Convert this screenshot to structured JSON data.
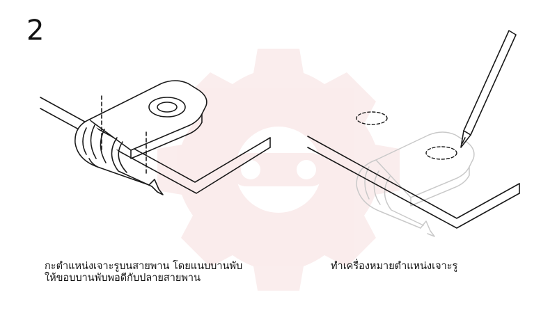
{
  "step": {
    "number": "2"
  },
  "captions": {
    "left": {
      "line1": "กะตำแหน่งเจาะรูบนสายพาน โดยแนบบานพับ",
      "line2": "ให้ขอบบานพับพอดีกับปลายสายพาน"
    },
    "right": {
      "line1": "ทำเครื่องหมายตำแหน่งเจาะรู"
    }
  },
  "colors": {
    "line": "#1a1a1a",
    "ghost": "#c9c9c9",
    "watermark": "#f6dede"
  },
  "icons": {
    "watermark": "gear-watermark-icon",
    "pen": "pen-icon"
  }
}
